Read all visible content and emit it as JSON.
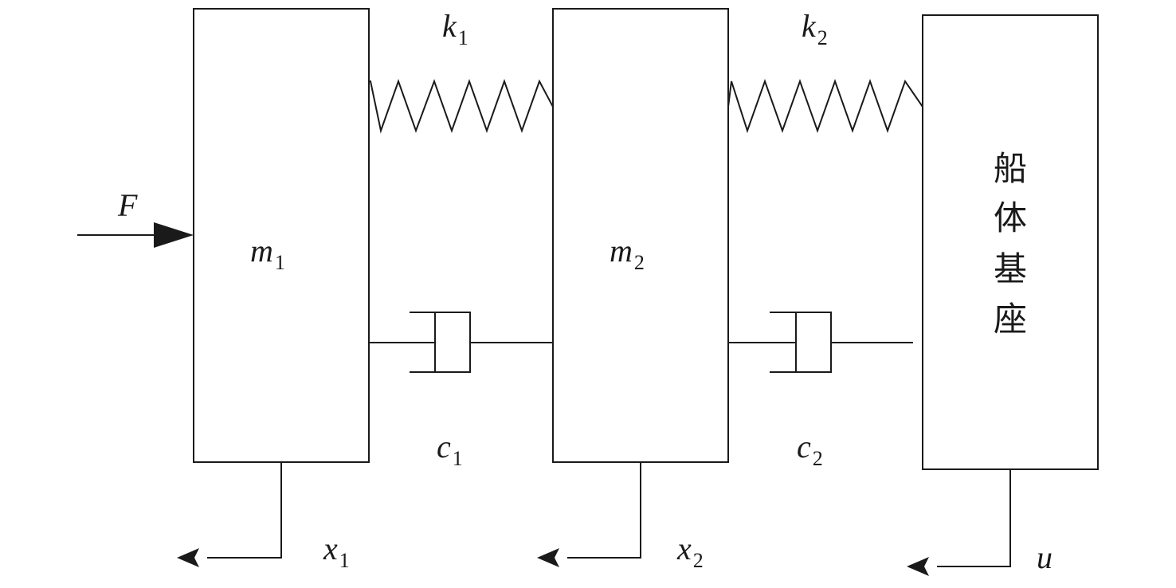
{
  "masses": {
    "m1": {
      "symbol": "m",
      "subscript": "1"
    },
    "m2": {
      "symbol": "m",
      "subscript": "2"
    }
  },
  "base": {
    "chars": [
      "船",
      "体",
      "基",
      "座"
    ]
  },
  "springs": {
    "k1": {
      "symbol": "k",
      "subscript": "1"
    },
    "k2": {
      "symbol": "k",
      "subscript": "2"
    }
  },
  "dampers": {
    "c1": {
      "symbol": "c",
      "subscript": "1"
    },
    "c2": {
      "symbol": "c",
      "subscript": "2"
    }
  },
  "force": {
    "symbol": "F"
  },
  "displacements": {
    "x1": {
      "symbol": "x",
      "subscript": "1"
    },
    "x2": {
      "symbol": "x",
      "subscript": "2"
    },
    "u": {
      "symbol": "u"
    }
  },
  "colors": {
    "line": "#1a1a1a",
    "background": "#ffffff"
  }
}
